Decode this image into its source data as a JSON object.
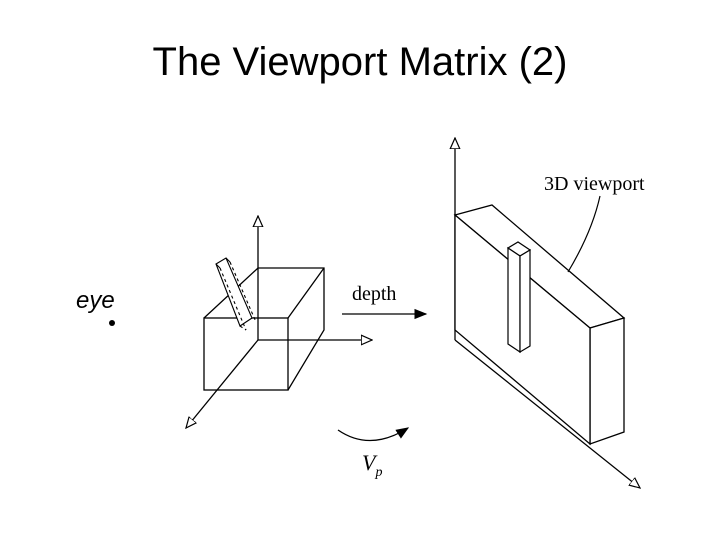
{
  "slide": {
    "title": "The Viewport Matrix (2)"
  },
  "diagram": {
    "eye_label": "eye",
    "depth_label": "depth",
    "viewport_label": "3D viewport",
    "transform_label": "V",
    "transform_subscript": "p",
    "icons": {
      "eye_point": "dot",
      "arrowheads": "open-triangle"
    }
  }
}
